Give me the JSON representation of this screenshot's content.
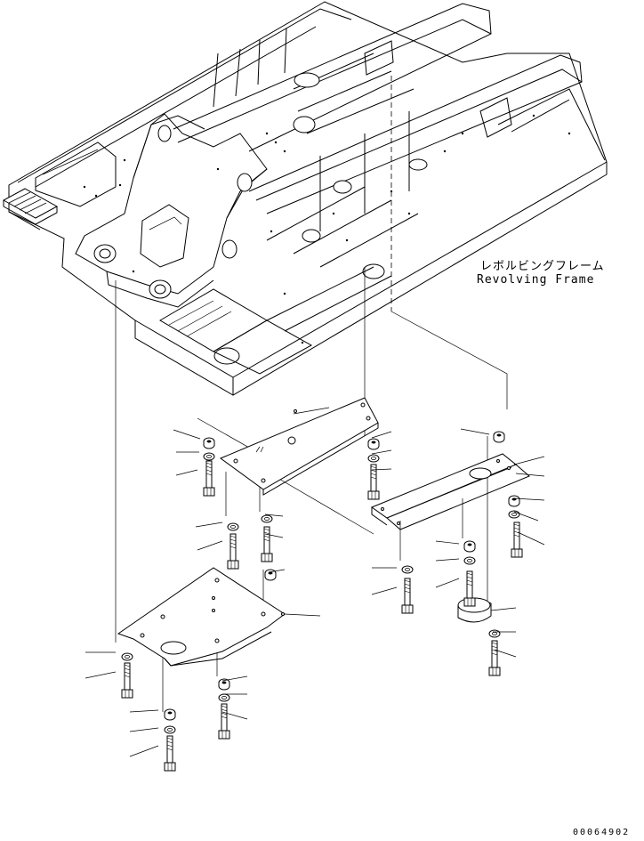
{
  "part_label": {
    "japanese": "レボルビングフレーム",
    "english": "Revolving Frame"
  },
  "drawing_number": "00064902",
  "components": [
    "revolving-frame",
    "undercover-front",
    "undercover-right",
    "undercover-left",
    "round-cover",
    "bolts",
    "washers",
    "nuts"
  ]
}
